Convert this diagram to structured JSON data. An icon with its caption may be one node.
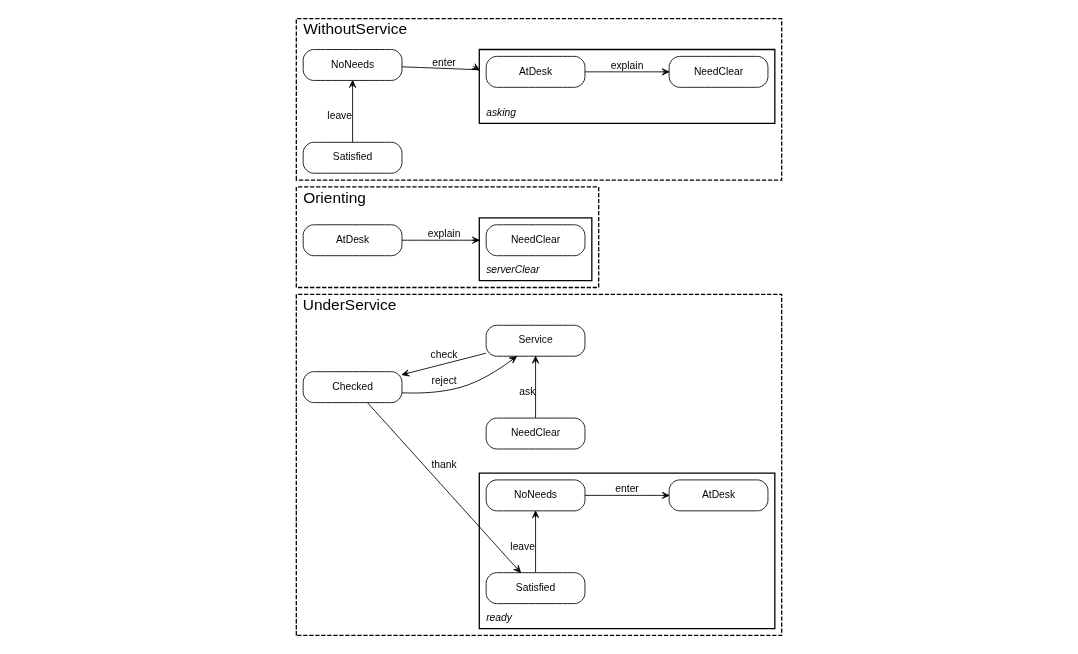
{
  "diagram": {
    "nodes": [
      {
        "text": [
          "WithoutService"
        ]
      },
      {
        "text": [
          "NoNeeds"
        ],
        "in": 0
      },
      {
        "text": [
          "asking"
        ],
        "in": 0
      },
      {
        "text": [
          "AtDesk"
        ],
        "in": 2
      },
      {
        "text": [
          "NeedClear"
        ],
        "in": 2
      },
      {
        "text": [
          "Satisfied"
        ],
        "in": 0
      },
      {
        "text": [
          "Orienting"
        ]
      },
      {
        "text": [
          "AtDesk"
        ],
        "in": 6
      },
      {
        "text": [
          "serverClear"
        ],
        "in": 6
      },
      {
        "text": [
          "NeedClear"
        ],
        "in": 8
      },
      {
        "text": [
          "UnderService"
        ]
      },
      {
        "text": [
          "ready"
        ],
        "in": 10
      },
      {
        "text": [
          "NoNeeds"
        ],
        "in": 11
      },
      {
        "text": [
          "AtDesk"
        ],
        "in": 11
      },
      {
        "text": [
          "NeedClear"
        ],
        "in": 10
      },
      {
        "text": [
          "Satisfied"
        ],
        "in": 11
      },
      {
        "text": [
          "Checked"
        ],
        "in": 10
      },
      {
        "text": [
          "Service"
        ],
        "in": 10
      }
    ],
    "edges": [
      {
        "from": 1,
        "to": 2,
        "arrow": "to",
        "label": "enter"
      },
      {
        "from": 3,
        "to": 4,
        "arrow": "to",
        "label": "explain"
      },
      {
        "from": 5,
        "to": 1,
        "arrow": "to",
        "label": "leave"
      },
      {
        "from": 7,
        "to": 8,
        "arrow": "to",
        "label": "explain"
      },
      {
        "from": 12,
        "to": 13,
        "arrow": "to",
        "label": "enter"
      },
      {
        "from": 15,
        "to": 12,
        "arrow": "to",
        "label": "leave"
      },
      {
        "from": 14,
        "to": 17,
        "arrow": "to",
        "label": "ask"
      },
      {
        "from": 17,
        "to": 16,
        "arrow": "to",
        "label": "check"
      },
      {
        "from": 16,
        "to": 15,
        "arrow": "to",
        "label": "thank"
      },
      {
        "from": 16,
        "to": 17,
        "arrow": "to",
        "label": "reject"
      }
    ]
  }
}
